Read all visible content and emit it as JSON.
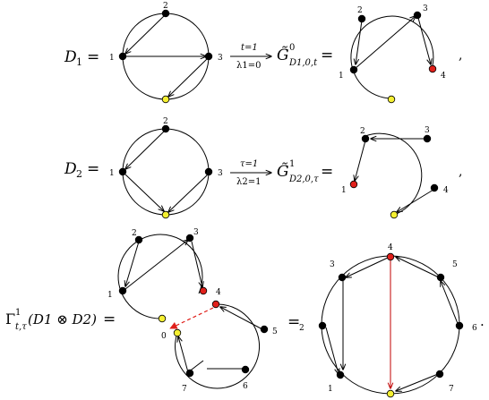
{
  "colors": {
    "node_black": "#000000",
    "node_red": "#e0201b",
    "node_yellow": "#f5f032",
    "edge_red": "#c00000"
  },
  "row1": {
    "lhs": "D",
    "lhs_sub": "1",
    "equals": "=",
    "arrow_top": "t=1",
    "arrow_bottom": "λ1=0",
    "result_G": "G̃",
    "result_sup": "0",
    "result_sub": "D1,0,t",
    "result_equals": "=",
    "punct": ",",
    "left_labels": {
      "top": "2",
      "left": "1",
      "right": "3"
    },
    "right_labels": {
      "a": "2",
      "b": "3",
      "c": "1",
      "d": "4"
    }
  },
  "row2": {
    "lhs": "D",
    "lhs_sub": "2",
    "equals": "=",
    "arrow_top": "τ=1",
    "arrow_bottom": "λ2=1",
    "result_G": "G̃",
    "result_sup": "1",
    "result_sub": "D2,0,τ",
    "result_equals": "=",
    "punct": ",",
    "left_labels": {
      "top": "2",
      "left": "1",
      "right": "3"
    },
    "right_labels": {
      "a": "2",
      "b": "3",
      "c": "1",
      "d": "4"
    }
  },
  "row3": {
    "lhs": "Γ",
    "lhs_sup": "1",
    "lhs_sub": "t,τ",
    "lhs_arg": "(D1 ⊗ D2)",
    "equals": "=",
    "mid_equals": "=",
    "punct": ".",
    "left_labels": {
      "n2": "2",
      "n3": "3",
      "n1": "1",
      "n4": "4",
      "n0": "0",
      "n5": "5",
      "n6": "6",
      "n7": "7"
    },
    "right_labels": {
      "n4": "4",
      "n3": "3",
      "n5": "5",
      "n2": "2",
      "n6": "6",
      "n1": "1",
      "n7": "7"
    }
  }
}
